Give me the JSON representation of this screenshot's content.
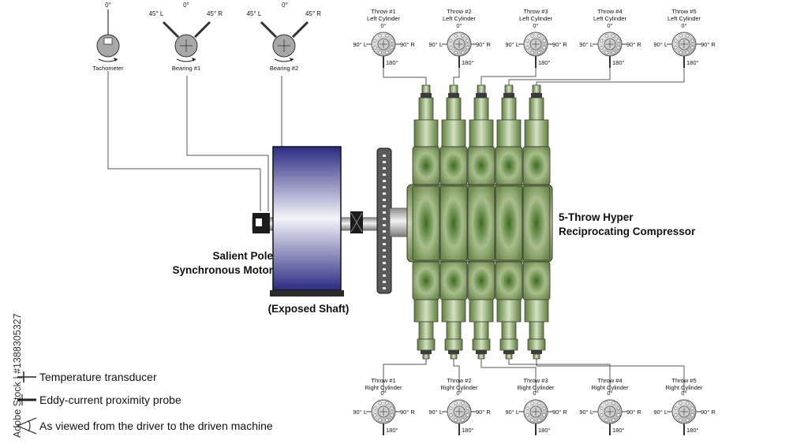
{
  "sensors": {
    "tachometer": {
      "label": "Tachometer",
      "top": "0°"
    },
    "bearing1": {
      "label": "Bearing #1",
      "left": "45° L",
      "top": "0°",
      "right": "45° R"
    },
    "bearing2": {
      "label": "Bearing #2",
      "left": "45° L",
      "top": "0°",
      "right": "45° R"
    }
  },
  "throws_left": [
    {
      "line1": "Throw #1",
      "line2": "Left Cylinder"
    },
    {
      "line1": "Throw #2",
      "line2": "Left Cylinder"
    },
    {
      "line1": "Throw #3",
      "line2": "Left Cylinder"
    },
    {
      "line1": "Throw #4",
      "line2": "Left Cylinder"
    },
    {
      "line1": "Throw #5",
      "line2": "Left Cylinder"
    }
  ],
  "throws_right": [
    {
      "line1": "Throw #1",
      "line2": "Right Cylinder"
    },
    {
      "line1": "Throw #2",
      "line2": "Right Cylinder"
    },
    {
      "line1": "Throw #3",
      "line2": "Right Cylinder"
    },
    {
      "line1": "Throw #4",
      "line2": "Right Cylinder"
    },
    {
      "line1": "Throw #5",
      "line2": "Right Cylinder"
    }
  ],
  "dial_labels": {
    "top": "0°",
    "left": "90° L",
    "right": "90° R",
    "bottom": "180°"
  },
  "motor": {
    "line1": "Salient Pole",
    "line2": "Synchronous Motor"
  },
  "exposed_shaft": "(Exposed Shaft)",
  "compressor": {
    "line1": "5-Throw Hyper",
    "line2": "Reciprocating Compressor"
  },
  "legend": {
    "temperature": "Temperature transducer",
    "probe": "Eddy-current proximity probe",
    "view": "As viewed from the driver to the driven machine"
  },
  "watermark": "Adobe Stock | #1388305327",
  "colors": {
    "compressor": "#5f7f3c",
    "compressor_light": "#c3d4ad",
    "motor_dark": "#2a2a82",
    "wire": "#555555"
  }
}
